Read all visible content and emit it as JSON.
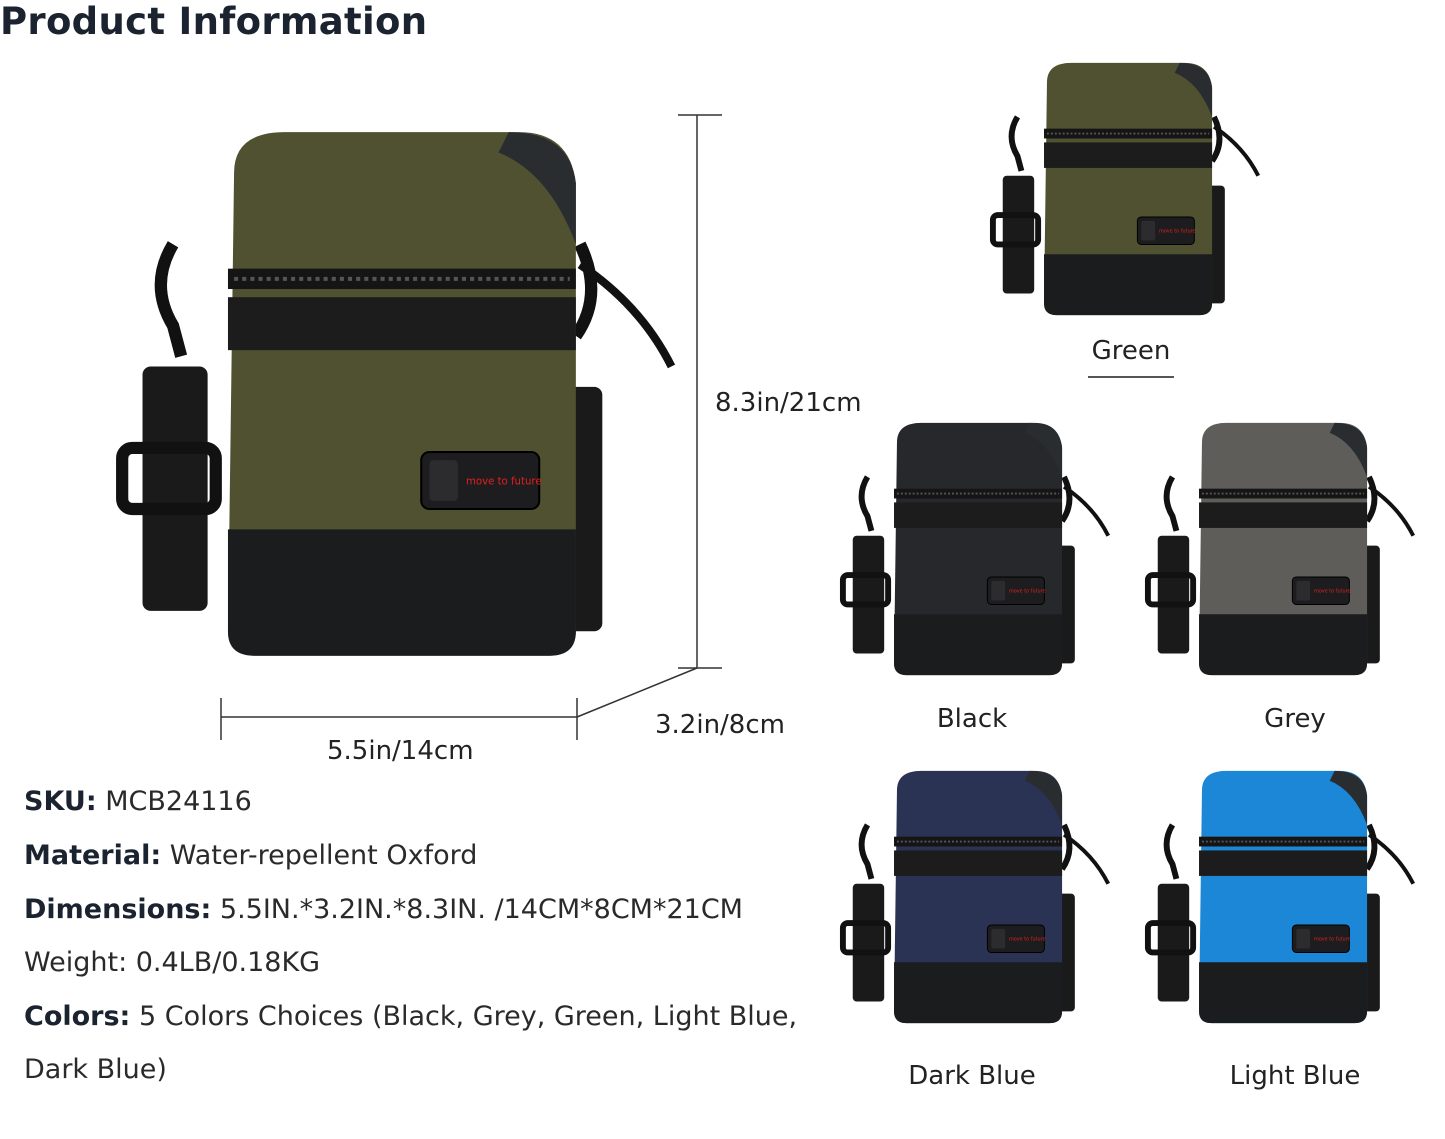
{
  "title": "Product Information",
  "dimensions": {
    "height_label": "8.3in/21cm",
    "width_label": "5.5in/14cm",
    "depth_label": "3.2in/8cm"
  },
  "main_bag": {
    "color": "#4f5130",
    "brand_text": "move to future"
  },
  "variants": [
    {
      "label": "Green",
      "color": "#4f5130",
      "selected": true
    },
    {
      "label": "Black",
      "color": "#26282c",
      "selected": false
    },
    {
      "label": "Grey",
      "color": "#5f5d59",
      "selected": false
    },
    {
      "label": "Dark Blue",
      "color": "#2b3354",
      "selected": false
    },
    {
      "label": "Light Blue",
      "color": "#1c87d6",
      "selected": false
    }
  ],
  "specs": {
    "sku_label": "SKU:",
    "sku_value": "MCB24116",
    "material_label": "Material:",
    "material_value": "Water-repellent Oxford",
    "dimensions_label": "Dimensions:",
    "dimensions_value": "5.5IN.*3.2IN.*8.3IN. /14CM*8CM*21CM",
    "weight": "Weight: 0.4LB/0.18KG",
    "colors_label": "Colors:",
    "colors_value_line1": "5 Colors Choices (Black, Grey, Green, Light Blue,",
    "colors_value_line2": "Dark Blue)"
  },
  "accent_color": "#e02020"
}
